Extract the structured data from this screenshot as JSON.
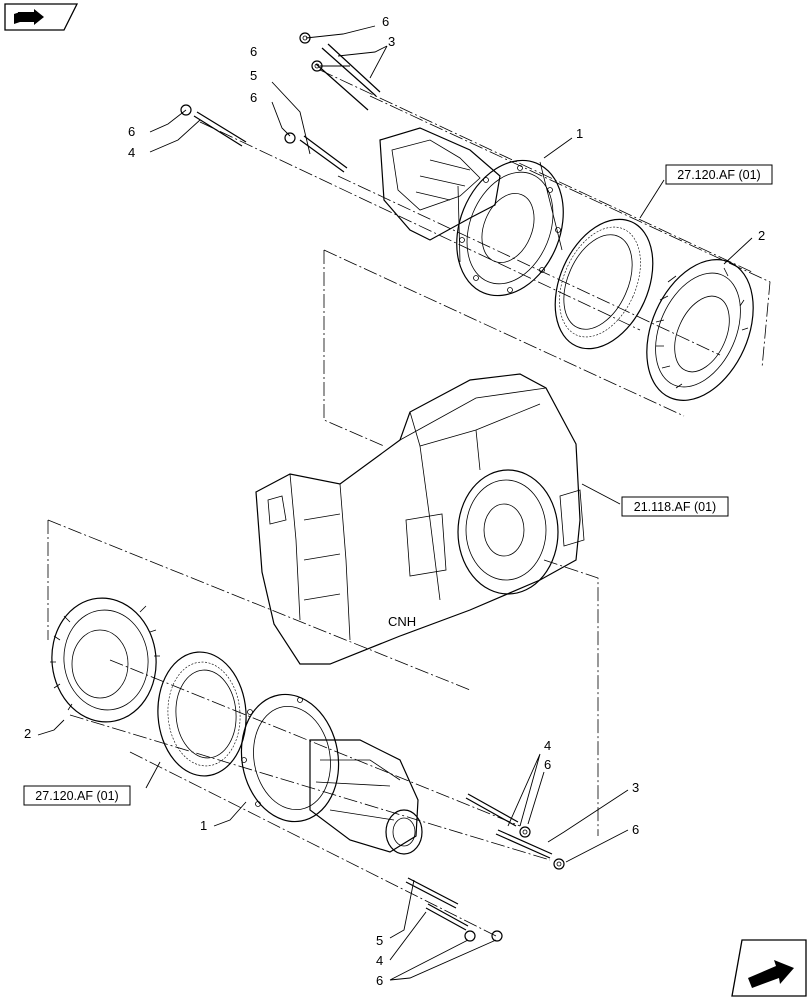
{
  "callouts": {
    "c6a": "6",
    "c3a": "3",
    "c6b": "6",
    "c5a": "5",
    "c6c": "6",
    "c6d": "6",
    "c4a": "4",
    "c1a": "1",
    "c2a": "2",
    "c2b": "2",
    "c1b": "1",
    "c4b": "4",
    "c6e": "6",
    "c3b": "3",
    "c6f": "6",
    "c5b": "5",
    "c4c": "4",
    "c6g": "6"
  },
  "references": {
    "ring_gear_top": "27.120.AF (01)",
    "housing": "21.118.AF (01)",
    "ring_gear_bottom": "27.120.AF (01)"
  },
  "icons": {
    "top_left": "book-arrow-icon",
    "bottom_right": "next-page-arrow-icon"
  }
}
